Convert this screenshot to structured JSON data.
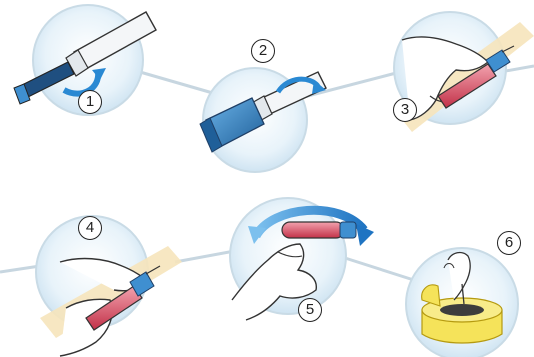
{
  "steps": [
    {
      "number": "1",
      "icon": "pen-cap-removal-icon"
    },
    {
      "number": "2",
      "icon": "pen-cap-twist-icon"
    },
    {
      "number": "3",
      "icon": "hand-holding-cartridge-icon"
    },
    {
      "number": "4",
      "icon": "hand-inserting-cartridge-icon"
    },
    {
      "number": "5",
      "icon": "hand-rolling-pen-icon"
    },
    {
      "number": "6",
      "icon": "needle-into-sharps-container-icon"
    }
  ],
  "colors": {
    "circle_fill": "#ddeef8",
    "circle_stroke": "#c9dbe6",
    "connector": "#c7d6e0",
    "pen_body": "#f4f6f8",
    "pen_blue": "#3f8fd0",
    "pen_dark": "#1f5f99",
    "pen_red": "#d94a5e",
    "skin_tan": "#f6e4bb",
    "arrow_blue": "#2a89d3",
    "container_yellow": "#f5e35a",
    "outline": "#333333"
  }
}
